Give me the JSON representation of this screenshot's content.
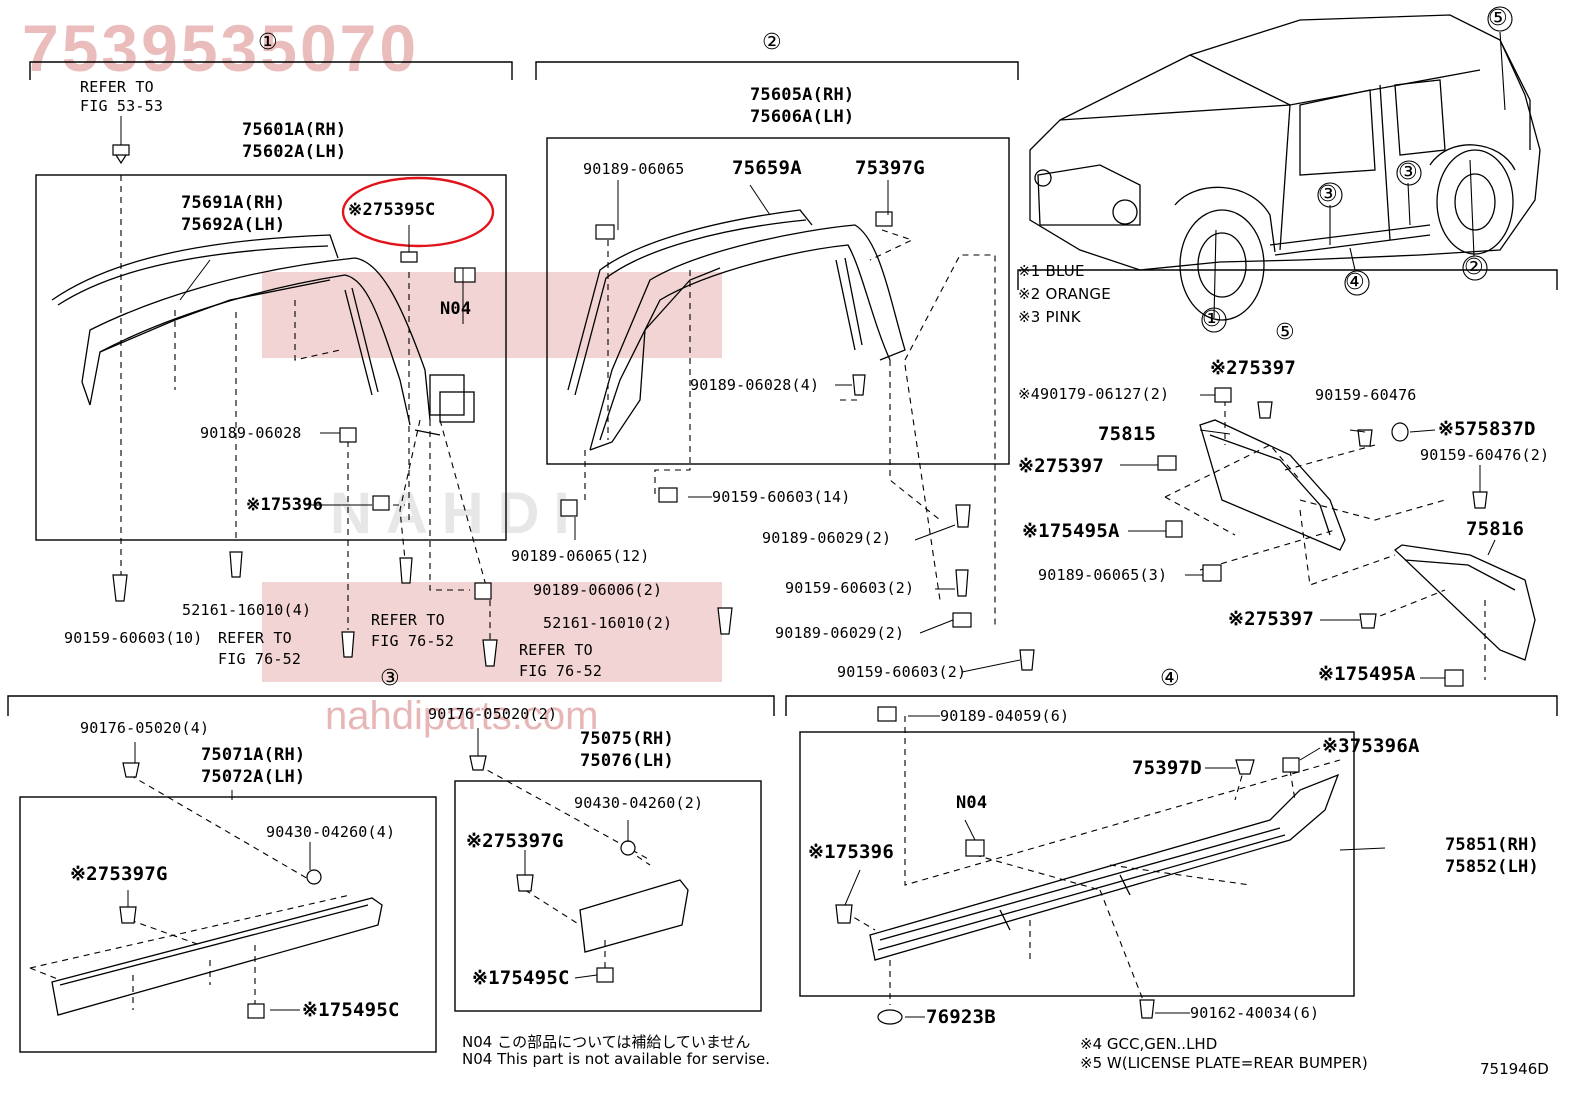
{
  "watermark": {
    "part_number": "7539535070",
    "site": "nahdiparts.com",
    "ghost_text": "NAHDI"
  },
  "sections": {
    "s1": "①",
    "s2": "②",
    "s3": "③",
    "s4": "④",
    "s5": "⑤"
  },
  "overview": {
    "callout_1": "①",
    "callout_2": "②",
    "callout_3a": "③",
    "callout_3b": "③",
    "callout_4": "④",
    "callout_5": "⑤",
    "legend": [
      "※1 BLUE",
      "※2 ORANGE",
      "※3 PINK"
    ]
  },
  "section1": {
    "refer_53": [
      "REFER TO",
      "FIG 53-53"
    ],
    "p75601": [
      "75601A(RH)",
      "75602A(LH)"
    ],
    "p75691": [
      "75691A(RH)",
      "75692A(LH)"
    ],
    "p75395c": "※275395C",
    "n04": "N04",
    "p90189_06028": "90189-06028",
    "p75396": "※175396",
    "p90159_10": "90159-60603(10)",
    "p52161_4": "52161-16010(4)",
    "refer_76a": [
      "REFER TO",
      "FIG 76-52"
    ],
    "refer_76b": [
      "REFER TO",
      "FIG 76-52"
    ],
    "refer_76c": [
      "REFER TO",
      "FIG 76-52"
    ],
    "p90189_06006": "90189-06006(2)",
    "p52161_2": "52161-16010(2)"
  },
  "section2": {
    "p75605": [
      "75605A(RH)",
      "75606A(LH)"
    ],
    "p90189_06065": "90189-06065",
    "p75659": "75659A",
    "p75397g": "75397G",
    "p90189_06028_4": "90189-06028(4)",
    "p90159_14": "90159-60603(14)",
    "p90189_06065_12": "90189-06065(12)",
    "p90189_06029_a": "90189-06029(2)",
    "p90159_2a": "90159-60603(2)",
    "p90189_06029_b": "90189-06029(2)",
    "p90159_2b": "90159-60603(2)"
  },
  "section5": {
    "p75397_top": "※275397",
    "p90179": "※490179-06127(2)",
    "p90159_60476": "90159-60476",
    "p75815": "75815",
    "p75837d": "※575837D",
    "p75397_mid": "※275397",
    "p90159_60476_2": "90159-60476(2)",
    "p75495a": "※175495A",
    "p75816": "75816",
    "p90189_06065_3": "90189-06065(3)",
    "p75397_low": "※275397",
    "p75495a_low": "※175495A"
  },
  "section3": {
    "p90176_4": "90176-05020(4)",
    "p75071": [
      "75071A(RH)",
      "75072A(LH)"
    ],
    "p90430_4": "90430-04260(4)",
    "p75397g": "※275397G",
    "p75495c": "※175495C",
    "p90176_2": "90176-05020(2)",
    "p75075": [
      "75075(RH)",
      "75076(LH)"
    ],
    "p90430_2": "90430-04260(2)",
    "p75397g_b": "※275397G",
    "p75495c_b": "※175495C"
  },
  "section4": {
    "p90189_04059": "90189-04059(6)",
    "p75397d": "75397D",
    "p75396a": "※375396A",
    "n04": "N04",
    "p75396": "※175396",
    "p75851": [
      "75851(RH)",
      "75852(LH)"
    ],
    "p76923b": "76923B",
    "p90162": "90162-40034(6)"
  },
  "notes": {
    "n04_jp": "N04 この部品については補給していません",
    "n04_en": "N04 This part is not available for servise.",
    "note4": "※4 GCC,GEN..LHD",
    "note5": "※5 W(LICENSE PLATE=REAR BUMPER)",
    "fig_code": "751946D"
  },
  "colors": {
    "highlight": "#e0141a",
    "line": "#000000",
    "watermark": "#e7b1b1"
  }
}
